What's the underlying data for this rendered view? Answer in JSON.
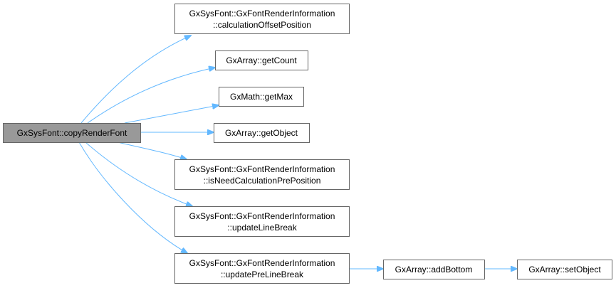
{
  "graph": {
    "root": {
      "label": "GxSysFont::copyRenderFont"
    },
    "nodes": [
      {
        "line1": "GxSysFont::GxFontRenderInformation",
        "line2": "::calculationOffsetPosition"
      },
      {
        "line1": "GxArray::getCount"
      },
      {
        "line1": "GxMath::getMax"
      },
      {
        "line1": "GxArray::getObject"
      },
      {
        "line1": "GxSysFont::GxFontRenderInformation",
        "line2": "::isNeedCalculationPrePosition"
      },
      {
        "line1": "GxSysFont::GxFontRenderInformation",
        "line2": "::updateLineBreak"
      },
      {
        "line1": "GxSysFont::GxFontRenderInformation",
        "line2": "::updatePreLineBreak"
      },
      {
        "line1": "GxArray::addBottom"
      },
      {
        "line1": "GxArray::setObject"
      }
    ],
    "colors": {
      "edge": "#63b8ff",
      "root_fill": "#999999",
      "border": "#666666"
    }
  }
}
